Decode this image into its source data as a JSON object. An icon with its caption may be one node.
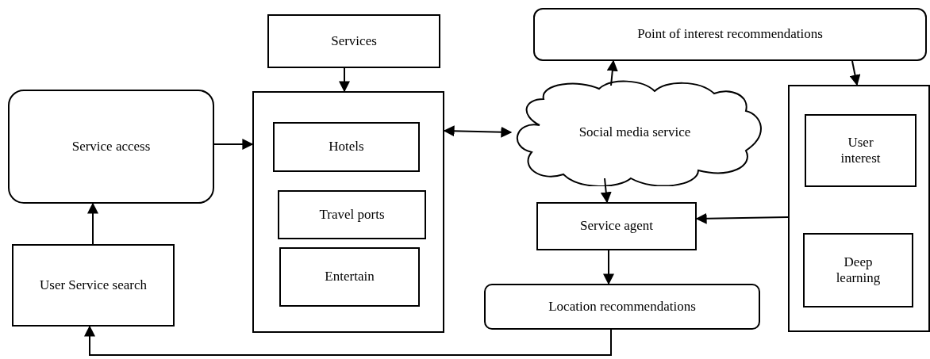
{
  "diagram": {
    "nodes": [
      {
        "text": [
          "Service access"
        ]
      },
      {
        "text": [
          "User Service search"
        ]
      },
      {
        "text": [
          "Services"
        ]
      },
      {
        "text": [],
        "shape": "box"
      },
      {
        "text": [
          "Hotels"
        ],
        "in": 3
      },
      {
        "text": [
          "Travel ports"
        ],
        "in": 3
      },
      {
        "text": [
          "Entertain"
        ],
        "in": 3
      },
      {
        "text": [
          "Social media service"
        ]
      },
      {
        "text": [
          "Point of interest recommendations"
        ]
      },
      {
        "text": [],
        "shape": "box"
      },
      {
        "text": [
          "User interest"
        ],
        "in": 9
      },
      {
        "text": [
          "Deep learning"
        ],
        "in": 9
      },
      {
        "text": [
          "Service agent"
        ]
      },
      {
        "text": [
          "Location recommendations"
        ]
      }
    ],
    "edges": [
      {
        "from": 0,
        "to": 3,
        "arrow": "to"
      },
      {
        "from": 1,
        "to": 0,
        "arrow": "to"
      },
      {
        "from": 13,
        "to": 1,
        "arrow": "to"
      },
      {
        "from": 2,
        "to": 3,
        "arrow": "to"
      },
      {
        "from": 3,
        "to": 7,
        "arrow": "both"
      },
      {
        "from": 7,
        "to": 8,
        "arrow": "to"
      },
      {
        "from": 8,
        "to": 9,
        "arrow": "to"
      },
      {
        "from": 7,
        "to": 12,
        "arrow": "to"
      },
      {
        "from": 9,
        "to": 12,
        "arrow": "to"
      },
      {
        "from": 12,
        "to": 13,
        "arrow": "to"
      }
    ]
  }
}
